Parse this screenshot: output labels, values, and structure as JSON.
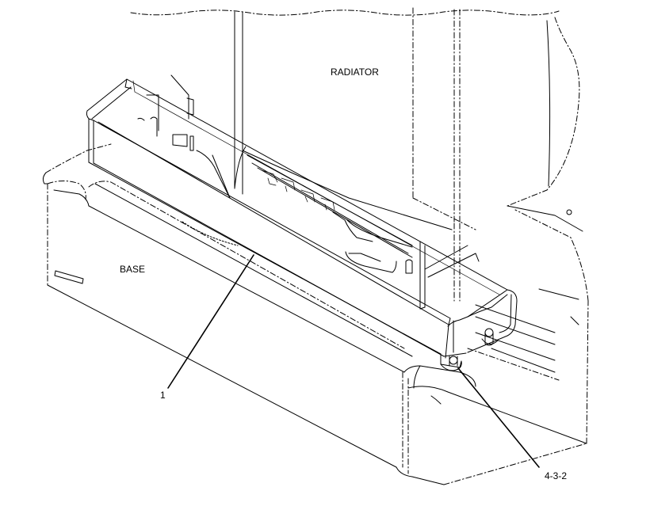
{
  "labels": {
    "radiator": "RADIATOR",
    "base": "BASE",
    "callout_1": "1",
    "callout_2": "4-3-2"
  },
  "colors": {
    "background": "#ffffff",
    "line": "#000000"
  }
}
